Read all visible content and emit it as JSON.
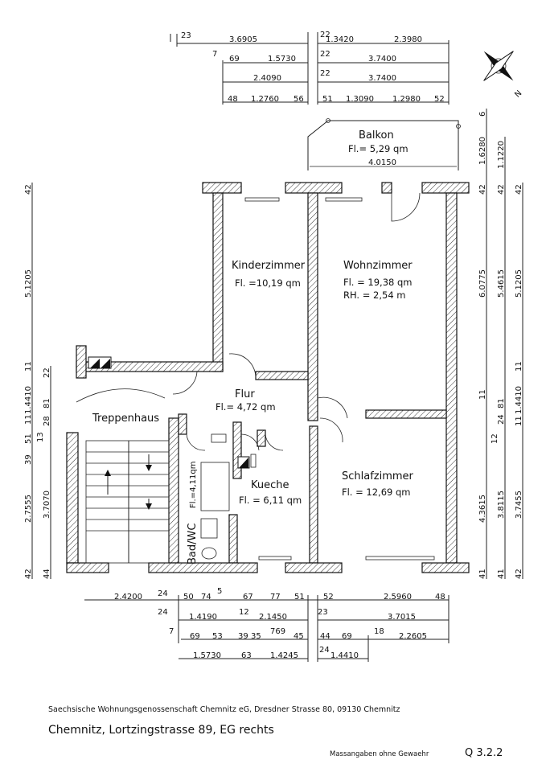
{
  "rooms": {
    "balkon": {
      "name": "Balkon",
      "area": "Fl.= 5,29 qm",
      "width": "4.0150"
    },
    "kinderzimmer": {
      "name": "Kinderzimmer",
      "area": "Fl. =10,19 qm"
    },
    "wohnzimmer": {
      "name": "Wohnzimmer",
      "area": "Fl. = 19,38 qm",
      "height": "RH. = 2,54 m"
    },
    "flur": {
      "name": "Flur",
      "area": "Fl.= 4,72 qm"
    },
    "treppenhaus": {
      "name": "Treppenhaus"
    },
    "kueche": {
      "name": "Kueche",
      "area": "Fl. = 6,11 qm"
    },
    "schlafzimmer": {
      "name": "Schlafzimmer",
      "area": "Fl. = 12,69 qm"
    },
    "bad": {
      "name": "Bad/WC",
      "area": "Fl.=4,11qm"
    }
  },
  "dims_top": [
    "23",
    "22",
    "3.6905",
    "1.3420",
    "2.3980",
    "7",
    "69",
    "1.5730",
    "22",
    "3.7400",
    "22",
    "2.4090",
    "3.7400",
    "48",
    "1.2760",
    "56",
    "51",
    "1.3090",
    "1.2980",
    "52"
  ],
  "dims_left": [
    "42",
    "5.1205",
    "11",
    "1.4410",
    "11",
    "51",
    "39",
    "2.7555",
    "42",
    "22",
    "81",
    "28",
    "13",
    "3.7070",
    "44"
  ],
  "dims_right": [
    "6",
    "1.6280",
    "42",
    "6.0775",
    "11",
    "4.3615",
    "41",
    "1.1220",
    "42",
    "5.4615",
    "81",
    "24",
    "12",
    "3.8115",
    "41",
    "42",
    "5.1205",
    "11",
    "1.4410",
    "11",
    "3.7455",
    "42"
  ],
  "dims_bottom": [
    "2.4200",
    "24",
    "50",
    "74",
    "5",
    "67",
    "77",
    "51",
    "52",
    "2.5960",
    "48",
    "24",
    "1.4190",
    "12",
    "2.1450",
    "23",
    "3.7015",
    "7",
    "69",
    "53",
    "39",
    "35",
    "769",
    "45",
    "44",
    "69",
    "18",
    "2.2605",
    "1.5730",
    "63",
    "1.4245",
    "24",
    "1.4410"
  ],
  "compass": {
    "north_label": "N"
  },
  "footer": {
    "company": "Saechsische Wohnungsgenossenschaft Chemnitz eG, Dresdner Strasse 80,  09130 Chemnitz",
    "address": "Chemnitz, Lortzingstrasse 89, EG rechts",
    "disclaimer": "Massangaben ohne Gewaehr",
    "code": "Q 3.2.2"
  }
}
